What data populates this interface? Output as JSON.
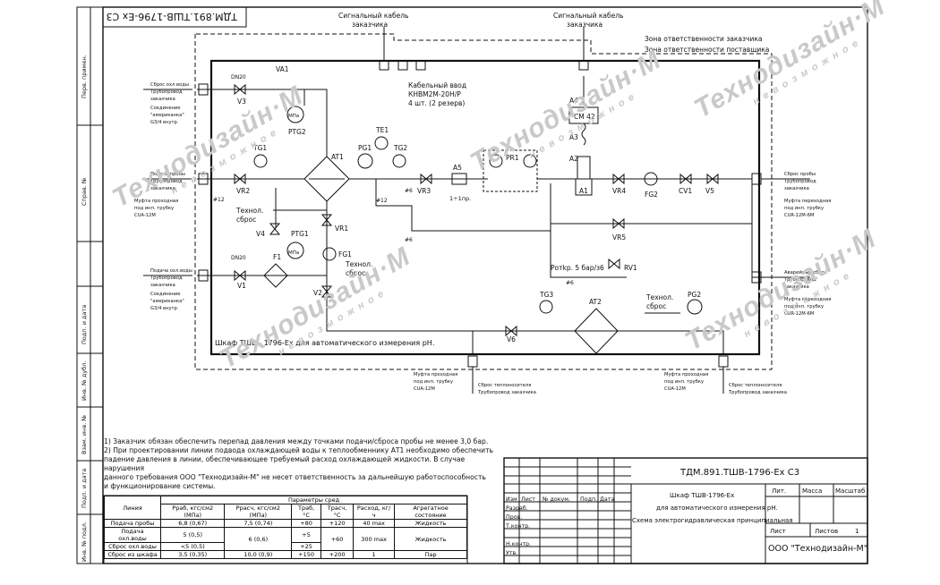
{
  "drawing": {
    "stamp_rotated": "ТДМ.891.ТШВ-1796-Ех С3",
    "document_code": "ТДМ.891.ТШВ-1796-Ех С3",
    "title_line1": "Шкаф ТШВ-1796-Ех",
    "title_line2": "для автоматического измерения рН.",
    "title_line3": "Схема электрогидравлическая принципиальная",
    "company": "ООО \"Технодизайн-М\"",
    "sheet_label": "Лист",
    "sheets_label": "Листов",
    "sheets_value": "1",
    "lit_label": "Лит.",
    "mass_label": "Масса",
    "scale_label": "Масштаб"
  },
  "stamp_rows": [
    "Изм",
    "Лист",
    "№ докум.",
    "Подп.",
    "Дата"
  ],
  "stamp_roles": [
    "Разраб.",
    "Пров.",
    "Т.контр.",
    "",
    "Н.контр.",
    "Утв."
  ],
  "margin_labels": [
    "Перв. примен.",
    "Справ. №",
    "Подп. и дата",
    "Инв. № дубл.",
    "Взам. инв. №",
    "Подп. и дата",
    "Инв. № подл."
  ],
  "zones": {
    "customer": "Зона ответственности заказчика",
    "supplier": "Зона ответственности поставщика"
  },
  "cabinet_label": "Шкаф ТШВ - 1796-Ех для автоматического измерения рН.",
  "signal_cable_1": [
    "Сигнальный кабель",
    "заказчика"
  ],
  "signal_cable_2": [
    "Сигнальный кабель",
    "заказчика"
  ],
  "cable_entry": [
    "Кабельный ввод",
    "КНВМ2М-20Н/Р",
    "4 шт. (2 резерв)"
  ],
  "components": {
    "VA1": "VA1",
    "V3": "V3",
    "PTG2": "PTG2",
    "MPa1": "МПа",
    "MPa2": "МПа",
    "TG1": "TG1",
    "VR2": "VR2",
    "AT1": "AT1",
    "PG1": "PG1",
    "TE1": "TE1",
    "TG2": "TG2",
    "VR3": "VR3",
    "A5": "A5",
    "A5_sub": "1÷1пр.",
    "PR1": "PR1",
    "A1": "A1",
    "A2": "A2",
    "A3": "A3",
    "A4": "A4",
    "CM42": "СМ 42",
    "VR4": "VR4",
    "FG2": "FG2",
    "CV1": "CV1",
    "V5": "V5",
    "VR5": "VR5",
    "V4": "V4",
    "PTG1": "PTG1",
    "VR1": "VR1",
    "FG1": "FG1",
    "F1": "F1",
    "V1": "V1",
    "V2": "V2",
    "RV1": "RV1",
    "TG3": "TG3",
    "AT2": "AT2",
    "PG2": "PG2",
    "V6": "V6",
    "DN20_1": "DN20",
    "DN20_2": "DN20",
    "pipe6_a": "#6",
    "pipe6_b": "#6",
    "pipe6_c": "#6",
    "pipe12_a": "#12",
    "pipe12_b": "#12",
    "tech_drain_1": [
      "Технол.",
      "сброс"
    ],
    "tech_drain_2": [
      "Технол.",
      "сброс"
    ],
    "tech_drain_3": [
      "Технол.",
      "сброс"
    ],
    "rotkr": "Ротkр. 5 бар/з6"
  },
  "left_labels": [
    [
      "Сброс охл.воды",
      "Трубопровод",
      "заказчика",
      "Соединение",
      "\"американка\"",
      "G3/4 внутр."
    ],
    [
      "Подача пробы",
      "Трубопровод",
      "заказчика",
      "Муфта проходная",
      "под инп. трубку",
      "СUA-12M"
    ],
    [
      "Подача охл.воды",
      "Трубопровод",
      "заказчика",
      "Соединение",
      "\"американка\"",
      "G3/4 внутр."
    ]
  ],
  "right_labels": [
    [
      "Сброс пробы",
      "Трубопровод",
      "заказчика",
      "Муфта переходная",
      "под инп. трубку",
      "СUR-12M-6M"
    ],
    [
      "Аварийный сброс",
      "Трубопровод",
      "заказчика",
      "Муфта переходная",
      "под инп. трубку",
      "СUR-12M-6M"
    ]
  ],
  "bottom_labels": [
    [
      "Муфта проходная",
      "под инп. трубку",
      "СUA-12M",
      "Сброс теплоносителя",
      "Трубопровод заказчика"
    ],
    [
      "Муфта проходная",
      "под инп. трубку",
      "СUA-12M",
      "Сброс теплоносителя",
      "Трубопровод заказчика"
    ]
  ],
  "notes": [
    "1) Заказчик обязан обеспечить перепад давления между точками подачи/сброса пробы не менее 3,0 бар.",
    "2) При проектировании линии подвода охлаждающей воды к теплообменнику АТ1 необходимо обеспечить",
    "падение давления в линии, обеспечивающее требуемый расход охлаждающей жидкости. В случае нарушения",
    "данного требования ООО \"Технодизайн-М\" не несет ответственность за дальнейшую работоспособность",
    "и функционирование системы."
  ],
  "param_table": {
    "caption": "Параметры сред",
    "headers": [
      "Линия",
      "Рраб, кгс/см2 (МПа)",
      "Ррасч, кгс/см2 (МПа)",
      "Траб, °С",
      "Трасч, °С",
      "Расход, кг/ч",
      "Агрегатное состояние"
    ],
    "rows": [
      [
        "Подача пробы",
        "6,8 (0,67)",
        "7,5 (0,74)",
        "+80",
        "+120",
        "40 max",
        "Жидкость"
      ],
      [
        "Подача охл.воды",
        "5 (0,5)",
        "6 (0,6)",
        "+5",
        "+60",
        "300 max",
        "Жидкость"
      ],
      [
        "Сброс охл.воды",
        "<5 (0,5)",
        "",
        "+25",
        "",
        "",
        ""
      ],
      [
        "Сброс из шкафа",
        "3,5 (0,35)",
        "10,0 (0,9)",
        "+150",
        "+200",
        "1",
        "Пар"
      ]
    ]
  },
  "watermark": {
    "brand": "Технодизайн·М",
    "tagline": "невозможное"
  }
}
